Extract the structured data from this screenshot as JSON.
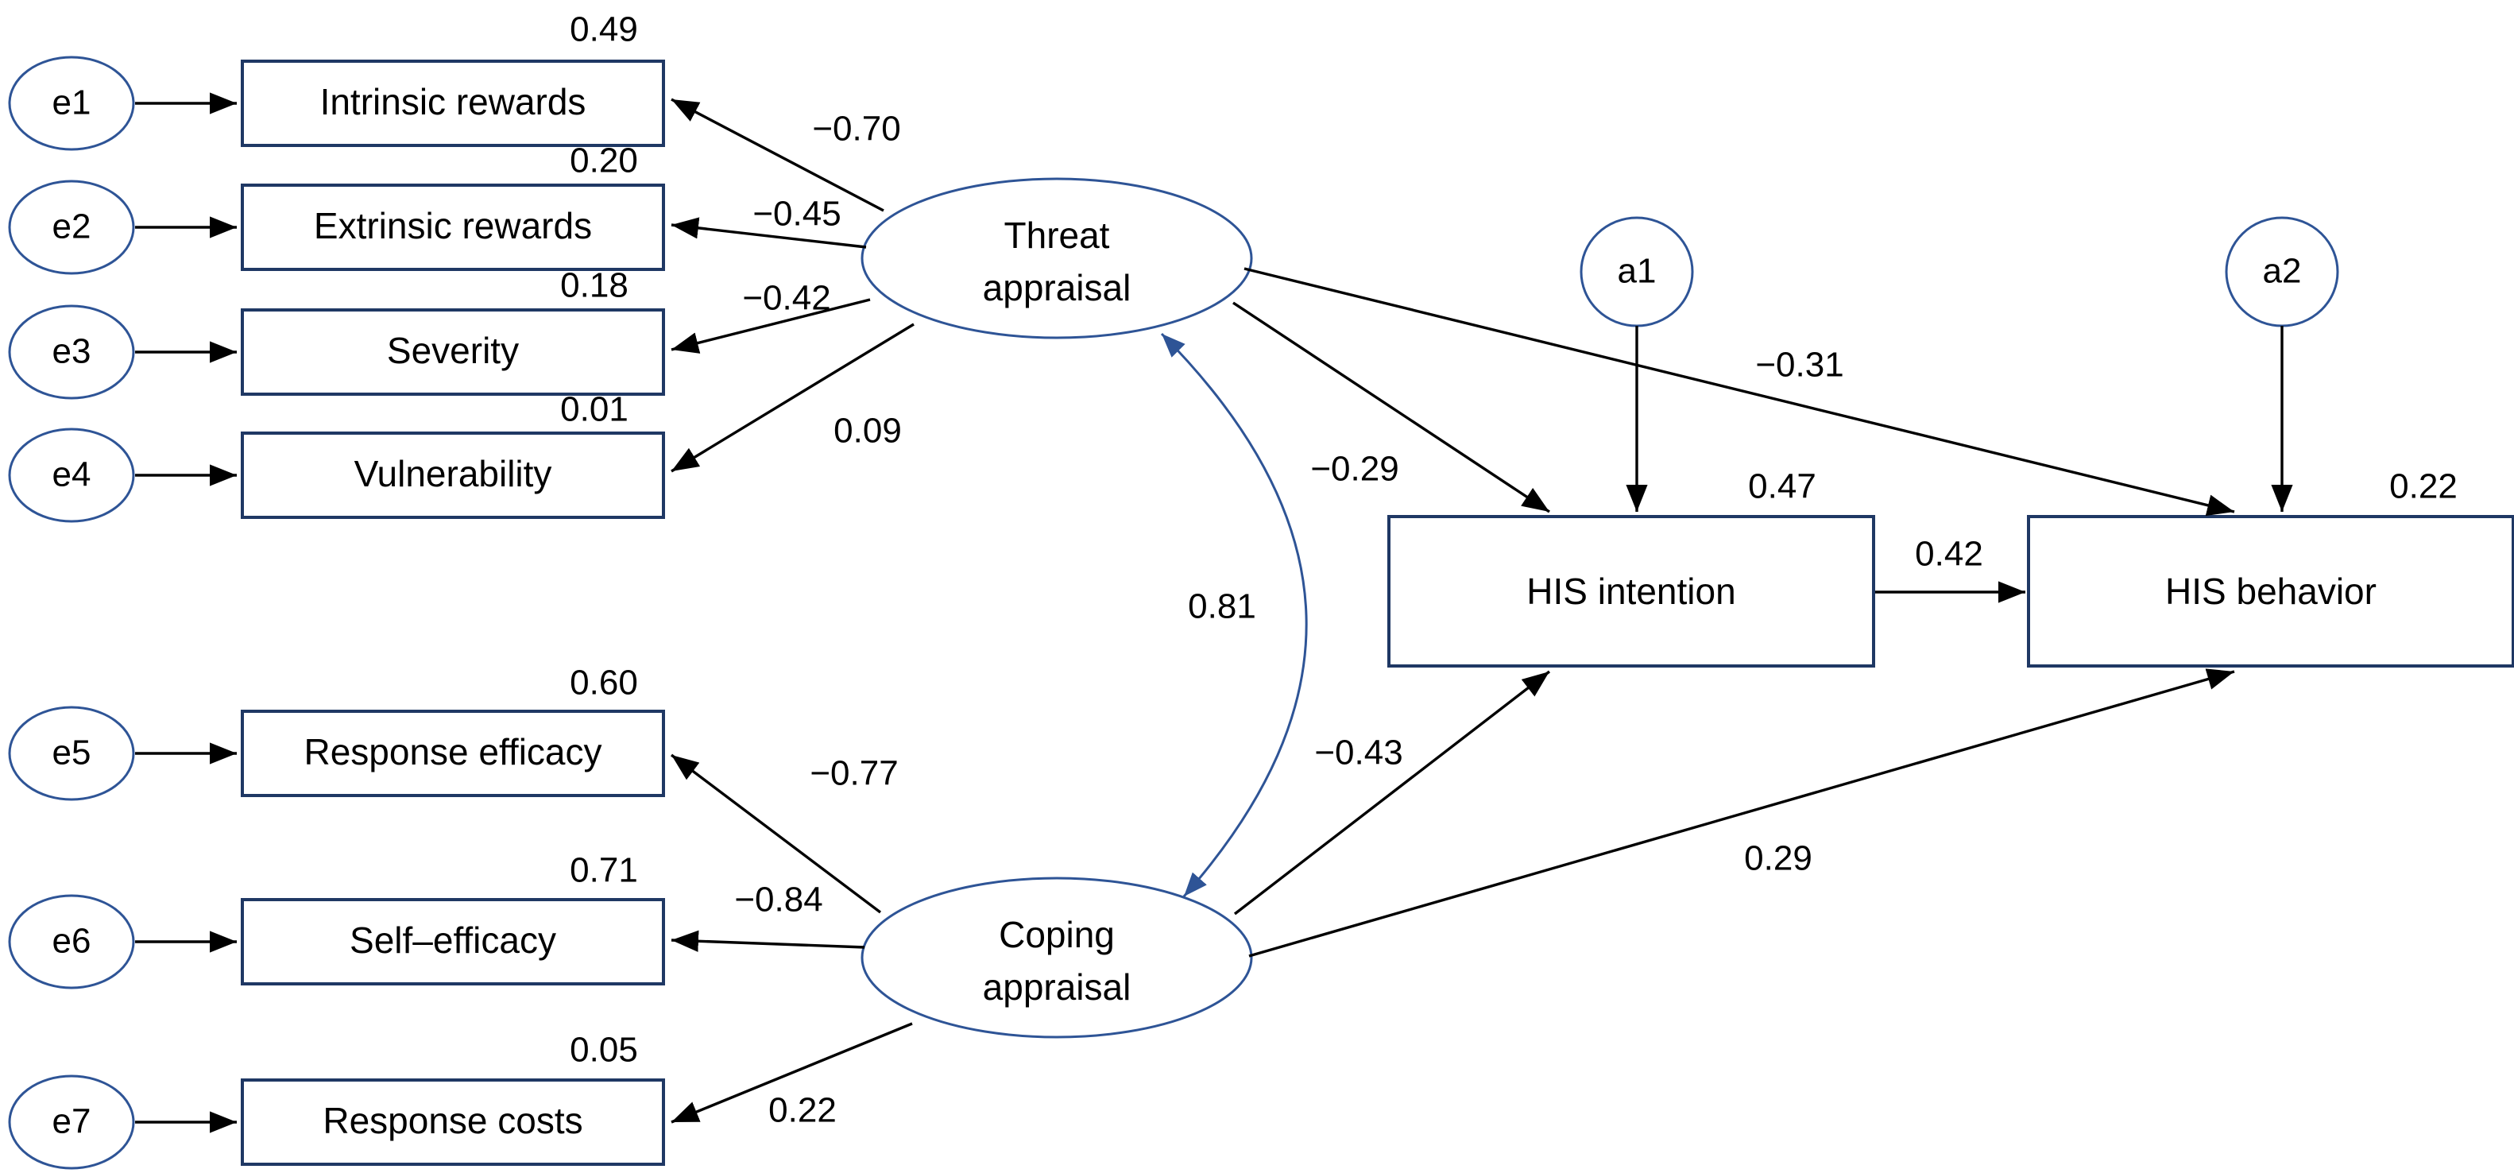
{
  "diagram": {
    "type": "sem-path-diagram",
    "title": "",
    "colors": {
      "box_stroke": "#1F3864",
      "ellipse_stroke": "#2E5496",
      "edge": "#000000",
      "covariance_edge": "#2E5496",
      "background": "#FFFFFF"
    },
    "error_terms": [
      {
        "id": "e1",
        "label": "e1"
      },
      {
        "id": "e2",
        "label": "e2"
      },
      {
        "id": "e3",
        "label": "e3"
      },
      {
        "id": "e4",
        "label": "e4"
      },
      {
        "id": "e5",
        "label": "e5"
      },
      {
        "id": "e6",
        "label": "e6"
      },
      {
        "id": "e7",
        "label": "e7"
      },
      {
        "id": "a1",
        "label": "a1"
      },
      {
        "id": "a2",
        "label": "a2"
      }
    ],
    "observed_variables": [
      {
        "id": "intrinsic_rewards",
        "label": "Intrinsic rewards",
        "r2": "0.49",
        "error": "e1"
      },
      {
        "id": "extrinsic_rewards",
        "label": "Extrinsic rewards",
        "r2": "0.20",
        "error": "e2"
      },
      {
        "id": "severity",
        "label": "Severity",
        "r2": "0.18",
        "error": "e3"
      },
      {
        "id": "vulnerability",
        "label": "Vulnerability",
        "r2": "0.01",
        "error": "e4"
      },
      {
        "id": "response_efficacy",
        "label": "Response efficacy",
        "r2": "0.60",
        "error": "e5"
      },
      {
        "id": "self_efficacy",
        "label": "Self–efficacy",
        "r2": "0.71",
        "error": "e6"
      },
      {
        "id": "response_costs",
        "label": "Response costs",
        "r2": "0.05",
        "error": "e7"
      }
    ],
    "endogenous_variables": [
      {
        "id": "his_intention",
        "label": "HIS intention",
        "r2": "0.47",
        "error": "a1"
      },
      {
        "id": "his_behavior",
        "label": "HIS behavior",
        "r2": "0.22",
        "error": "a2"
      }
    ],
    "latent_variables": [
      {
        "id": "threat_appraisal",
        "label_line1": "Threat",
        "label_line2": "appraisal"
      },
      {
        "id": "coping_appraisal",
        "label_line1": "Coping",
        "label_line2": "appraisal"
      }
    ],
    "paths": [
      {
        "from": "threat_appraisal",
        "to": "intrinsic_rewards",
        "coef": "−0.70"
      },
      {
        "from": "threat_appraisal",
        "to": "extrinsic_rewards",
        "coef": "−0.45"
      },
      {
        "from": "threat_appraisal",
        "to": "severity",
        "coef": "−0.42"
      },
      {
        "from": "threat_appraisal",
        "to": "vulnerability",
        "coef": "0.09"
      },
      {
        "from": "coping_appraisal",
        "to": "response_efficacy",
        "coef": "−0.77"
      },
      {
        "from": "coping_appraisal",
        "to": "self_efficacy",
        "coef": "−0.84"
      },
      {
        "from": "coping_appraisal",
        "to": "response_costs",
        "coef": "0.22"
      },
      {
        "from": "threat_appraisal",
        "to": "his_intention",
        "coef": "−0.29"
      },
      {
        "from": "threat_appraisal",
        "to": "his_behavior",
        "coef": "−0.31"
      },
      {
        "from": "coping_appraisal",
        "to": "his_intention",
        "coef": "−0.43"
      },
      {
        "from": "coping_appraisal",
        "to": "his_behavior",
        "coef": "0.29"
      },
      {
        "from": "his_intention",
        "to": "his_behavior",
        "coef": "0.42"
      },
      {
        "from": "threat_appraisal",
        "to": "coping_appraisal",
        "coef": "0.81",
        "bidirectional": true
      }
    ],
    "labels": {
      "r2_intrinsic": "0.49",
      "r2_extrinsic": "0.20",
      "r2_severity": "0.18",
      "r2_vulnerability": "0.01",
      "r2_response_efficacy": "0.60",
      "r2_self_efficacy": "0.71",
      "r2_response_costs": "0.05",
      "r2_his_intention": "0.47",
      "r2_his_behavior": "0.22",
      "c_threat_intrinsic": "−0.70",
      "c_threat_extrinsic": "−0.45",
      "c_threat_severity": "−0.42",
      "c_threat_vulnerability": "0.09",
      "c_coping_respeff": "−0.77",
      "c_coping_selfeff": "−0.84",
      "c_coping_respcost": "0.22",
      "c_threat_intention": "−0.29",
      "c_threat_behavior": "−0.31",
      "c_coping_intention": "−0.43",
      "c_coping_behavior": "0.29",
      "c_intention_behavior": "0.42",
      "c_threat_coping": "0.81"
    },
    "node_text": {
      "intrinsic_rewards": "Intrinsic rewards",
      "extrinsic_rewards": "Extrinsic rewards",
      "severity": "Severity",
      "vulnerability": "Vulnerability",
      "response_efficacy": "Response efficacy",
      "self_efficacy": "Self–efficacy",
      "response_costs": "Response costs",
      "his_intention": "HIS intention",
      "his_behavior": "HIS behavior",
      "threat_l1": "Threat",
      "threat_l2": "appraisal",
      "coping_l1": "Coping",
      "coping_l2": "appraisal",
      "e1": "e1",
      "e2": "e2",
      "e3": "e3",
      "e4": "e4",
      "e5": "e5",
      "e6": "e6",
      "e7": "e7",
      "a1": "a1",
      "a2": "a2"
    }
  }
}
